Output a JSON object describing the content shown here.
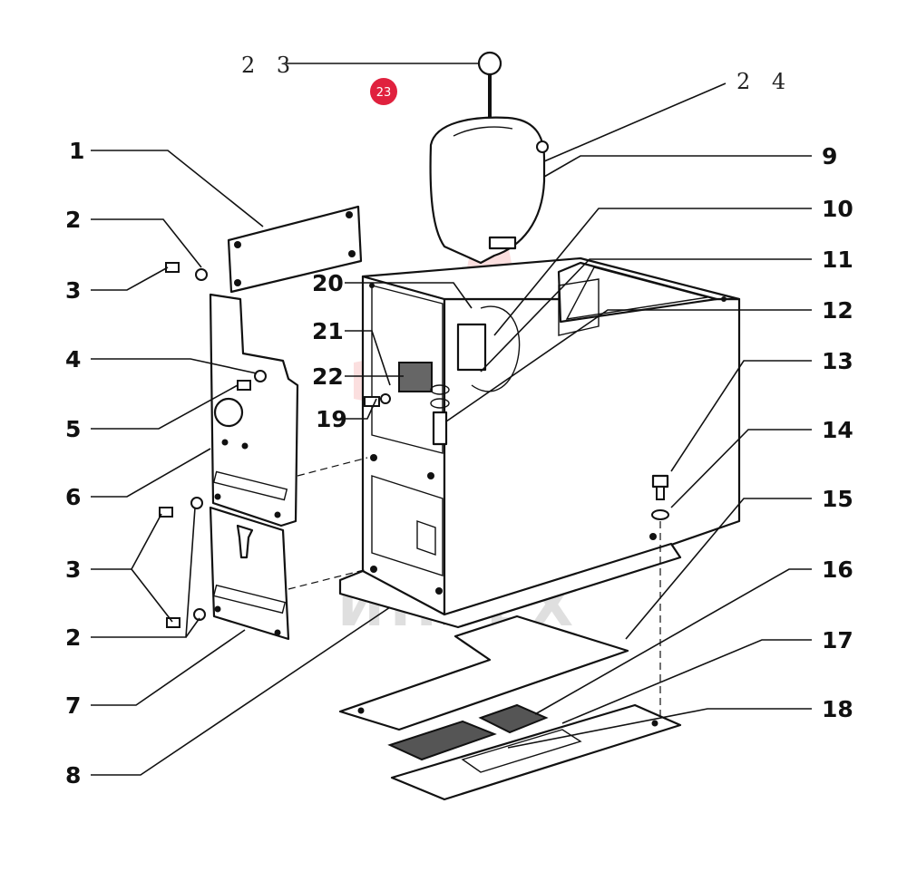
{
  "diagram": {
    "watermark_text": "ИНТЕХ",
    "highlight_badge": {
      "label": "23",
      "color": "#e0213e"
    },
    "colors": {
      "line": "#111111",
      "background": "#ffffff",
      "watermark": "#e63a3a"
    },
    "callouts_left": [
      "1",
      "2",
      "3",
      "4",
      "5",
      "6",
      "3",
      "2",
      "7",
      "8"
    ],
    "callouts_center": [
      "20",
      "21",
      "22",
      "19"
    ],
    "callouts_right": [
      "9",
      "10",
      "11",
      "12",
      "13",
      "14",
      "15",
      "16",
      "17",
      "18"
    ],
    "callouts_top": [
      "2 3",
      "2 4"
    ]
  }
}
